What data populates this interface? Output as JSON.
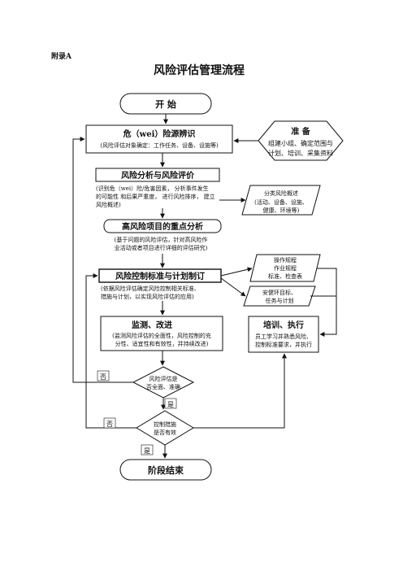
{
  "appendix_label": "附录A",
  "title": "风险评估管理流程",
  "nodes": {
    "start": "开 始",
    "hazard_title": "危（wei）险源辨识",
    "hazard_desc": "(风险评估对象确定：工作任务、设备、设施等)",
    "prep_title": "准 备",
    "prep_line1": "组建小组、确定范围与",
    "prep_line2": "计划、培训、采集资料",
    "analysis_title": "风险分析与风险评价",
    "analysis_line1": "(识别危（wei）险/危害因素， 分析事件发生",
    "analysis_line2": "的可能性 和后果严重度， 进行风险排序， 建立",
    "analysis_line3": "风险概述)",
    "classify_line1": "分类风险概述",
    "classify_line2": "(活动、设备、设施、",
    "classify_line3": "健康、环境等)",
    "high_title": "高风险项目的重点分析",
    "high_line1": "(基于问题的风险评估，针对高风险作",
    "high_line2": "业活动或者项目进行详细的评估研究)",
    "control_title": "风险控制标准与计划制订",
    "control_line1": "(依据风险评估确定风险控制相关标准、",
    "control_line2": "措施与计划，以实现风险评估的应用)",
    "procedures_line1": "操作规程",
    "procedures_line2": "作业规程",
    "procedures_line3": "标准、检查表",
    "safety_line1": "安健环目标、",
    "safety_line2": "任务与计划",
    "monitor_title": "监测、改进",
    "monitor_line1": "(监测风险评估的全面性，风险控制的充",
    "monitor_line2": "分性、适宜性和有效性，并持续改进)",
    "training_title": "培训、执行",
    "training_line1": "员工学习并熟悉风险、",
    "training_line2": "控制标准要求，并执行",
    "decision1_line1": "风险评估是",
    "decision1_line2": "否全面、准确",
    "decision2_line1": "控制措施",
    "decision2_line2": "是否有效",
    "end": "阶段结束"
  },
  "labels": {
    "no1": "否",
    "yes1": "是",
    "no2": "否",
    "yes2": "是"
  }
}
